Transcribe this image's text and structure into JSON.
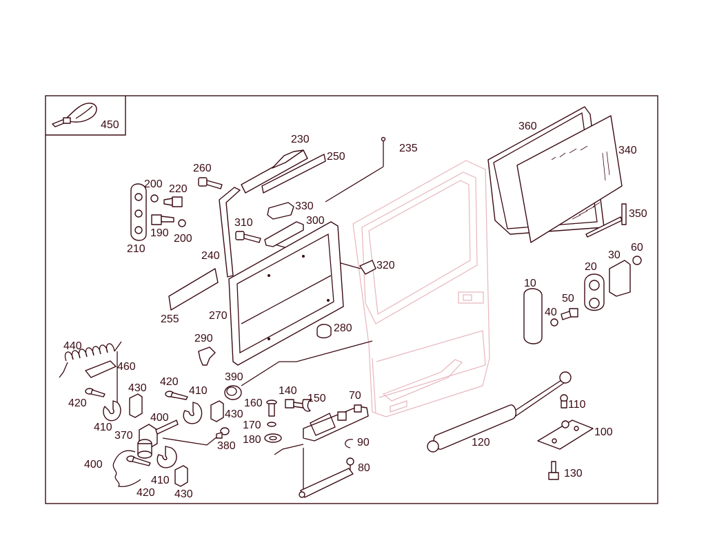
{
  "colors": {
    "ink": "#3a0a12",
    "door_outline": "#e7b5bc",
    "background": "#ffffff"
  },
  "inset": {
    "label": "450"
  },
  "labels": {
    "p10": "10",
    "p20": "20",
    "p30": "30",
    "p40": "40",
    "p50": "50",
    "p60": "60",
    "p70": "70",
    "p80": "80",
    "p90": "90",
    "p100": "100",
    "p110": "110",
    "p120": "120",
    "p130": "130",
    "p140": "140",
    "p150": "150",
    "p160": "160",
    "p170": "170",
    "p180": "180",
    "p190": "190",
    "p200a": "200",
    "p200b": "200",
    "p210": "210",
    "p220": "220",
    "p230": "230",
    "p235": "235",
    "p240": "240",
    "p250": "250",
    "p255": "255",
    "p260": "260",
    "p270": "270",
    "p280": "280",
    "p290": "290",
    "p300": "300",
    "p310": "310",
    "p320": "320",
    "p330": "330",
    "p340": "340",
    "p350": "350",
    "p360": "360",
    "p370": "370",
    "p380": "380",
    "p390": "390",
    "p400a": "400",
    "p400b": "400",
    "p410a": "410",
    "p410b": "410",
    "p410c": "410",
    "p420a": "420",
    "p420b": "420",
    "p420c": "420",
    "p430a": "430",
    "p430b": "430",
    "p430c": "430",
    "p440": "440",
    "p460": "460"
  }
}
